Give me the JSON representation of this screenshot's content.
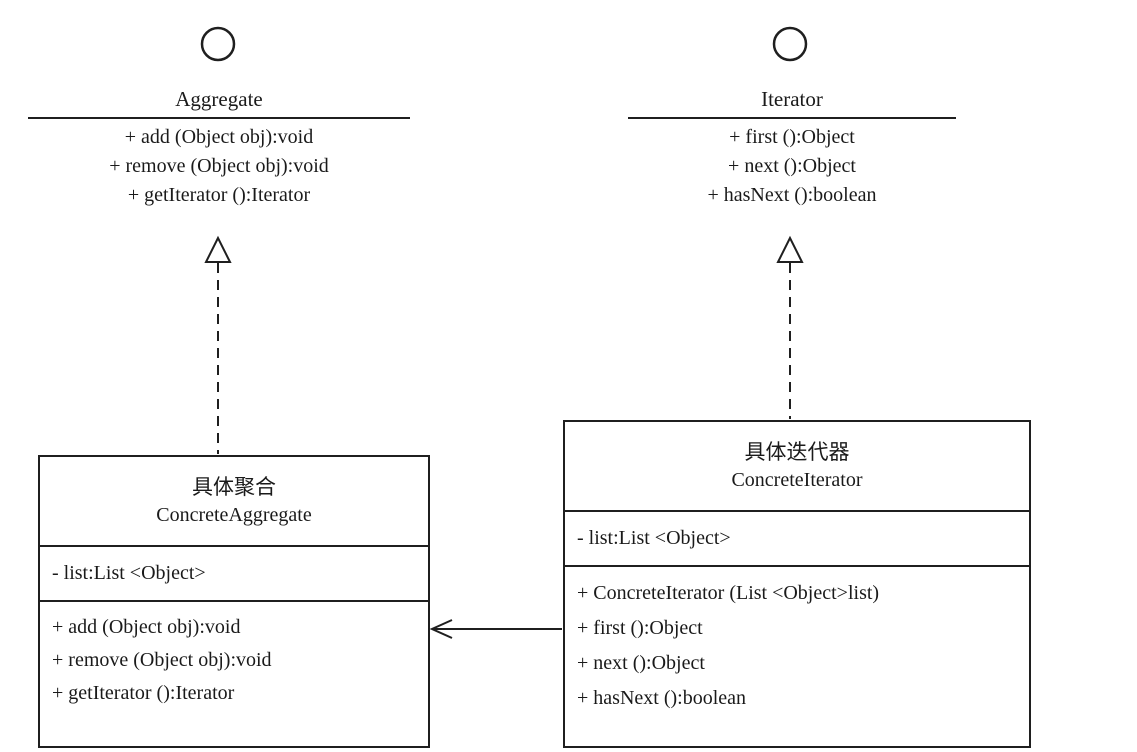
{
  "diagram": {
    "aggregate_interface": {
      "name": "Aggregate",
      "methods": [
        "+ add (Object obj):void",
        "+ remove (Object obj):void",
        "+ getIterator ():Iterator"
      ]
    },
    "iterator_interface": {
      "name": "Iterator",
      "methods": [
        "+ first ():Object",
        "+ next ():Object",
        "+ hasNext ():boolean"
      ]
    },
    "concrete_aggregate": {
      "name_cn": "具体聚合",
      "name_en": "ConcreteAggregate",
      "attributes": [
        "- list:List <Object>"
      ],
      "methods": [
        "+ add (Object obj):void",
        "+ remove (Object obj):void",
        "+ getIterator ():Iterator"
      ]
    },
    "concrete_iterator": {
      "name_cn": "具体迭代器",
      "name_en": "ConcreteIterator",
      "attributes": [
        "- list:List <Object>"
      ],
      "methods": [
        "+ ConcreteIterator (List <Object>list)",
        "+ first ():Object",
        "+ next ():Object",
        "+ hasNext ():boolean"
      ]
    },
    "colors": {
      "line": "#1f1f1f",
      "background": "#ffffff"
    }
  }
}
